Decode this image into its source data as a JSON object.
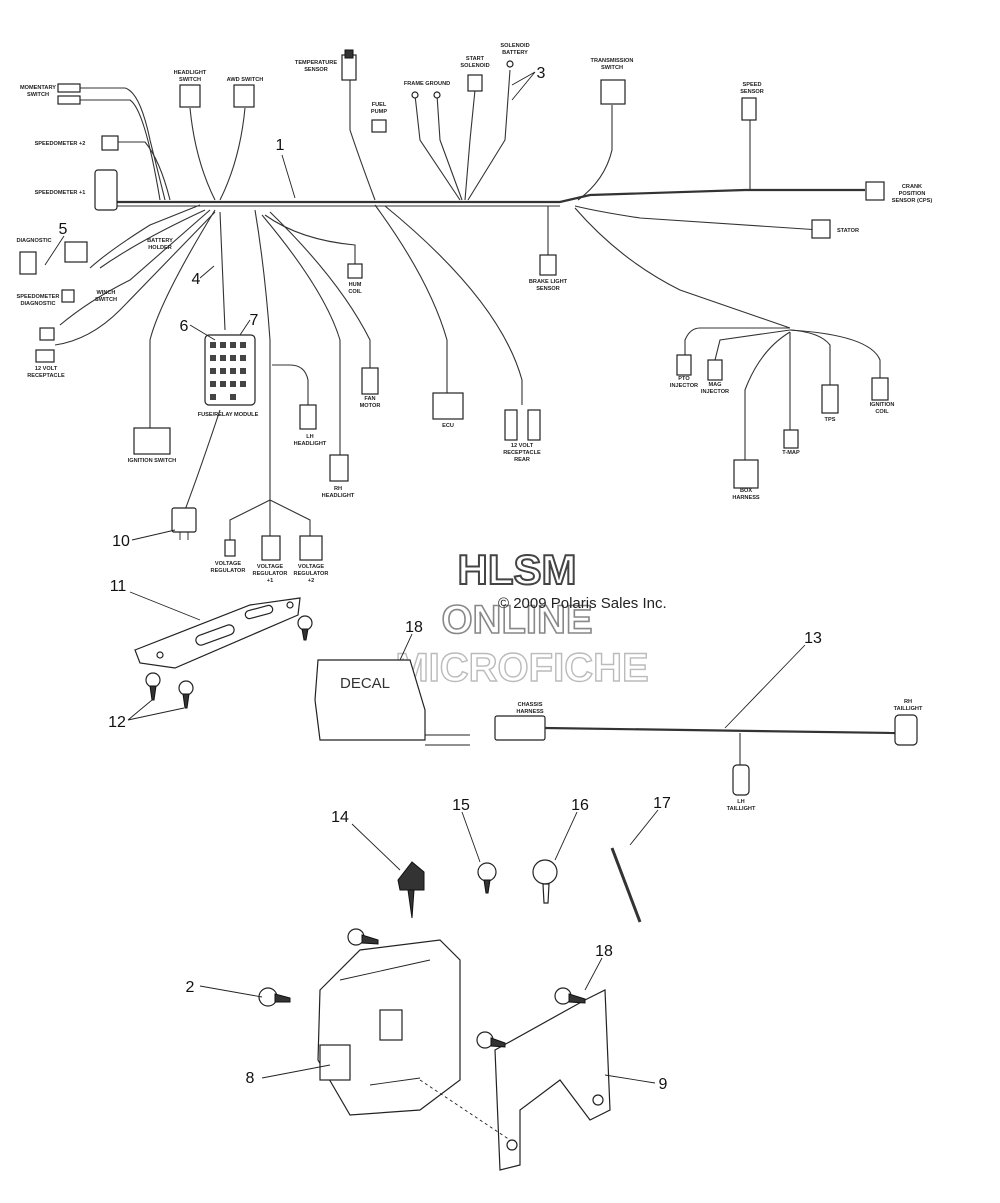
{
  "watermark": {
    "line1": "HLSM",
    "line2": "ONLINE",
    "line3": "MICROFICHE",
    "copyright": "© 2009 Polaris Sales Inc."
  },
  "decal_text": "DECAL",
  "labels": {
    "momentary_switch": [
      "MOMENTARY",
      "SWITCH"
    ],
    "headlight_switch": [
      "HEADLIGHT",
      "SWITCH"
    ],
    "awd_switch": [
      "AWD SWITCH"
    ],
    "temperature_sensor": [
      "TEMPERATURE",
      "SENSOR"
    ],
    "fuel_pump": [
      "FUEL",
      "PUMP"
    ],
    "frame_ground": [
      "FRAME GROUND"
    ],
    "start_solenoid": [
      "START",
      "SOLENOID"
    ],
    "solenoid_battery": [
      "SOLENOID",
      "BATTERY"
    ],
    "transmission_switch": [
      "TRANSMISSION",
      "SWITCH"
    ],
    "speed_sensor": [
      "SPEED",
      "SENSOR"
    ],
    "speedometer_2": [
      "SPEEDOMETER +2"
    ],
    "speedometer_1": [
      "SPEEDOMETER +1"
    ],
    "crank_position_sensor": [
      "CRANK",
      "POSITION",
      "SENSOR (CPS)"
    ],
    "stator": [
      "STATOR"
    ],
    "diagnostic": [
      "DIAGNOSTIC"
    ],
    "battery_holder": [
      "BATTERY",
      "HOLDER"
    ],
    "hum_coil": [
      "HUM",
      "COIL"
    ],
    "brake_light_sensor": [
      "BRAKE LIGHT",
      "SENSOR"
    ],
    "speedometer_diagnostic": [
      "SPEEDOMETER",
      "DIAGNOSTIC"
    ],
    "winch_switch": [
      "WINCH",
      "SWITCH"
    ],
    "receptacle_12v": [
      "12 VOLT",
      "RECEPTACLE"
    ],
    "fuse_relay_module": [
      "FUSE/RELAY MODULE"
    ],
    "fan_motor": [
      "FAN",
      "MOTOR"
    ],
    "ecu": [
      "ECU"
    ],
    "receptacle_rear": [
      "12 VOLT",
      "RECEPTACLE",
      "REAR"
    ],
    "pto_injector": [
      "PTO",
      "INJECTOR"
    ],
    "mag_injector": [
      "MAG",
      "INJECTOR"
    ],
    "tps": [
      "TPS"
    ],
    "ignition_coil": [
      "IGNITION",
      "COIL"
    ],
    "tmap": [
      "T-MAP"
    ],
    "box_harness": [
      "BOX",
      "HARNESS"
    ],
    "ignition_switch": [
      "IGNITION SWITCH"
    ],
    "lh_headlight": [
      "LH",
      "HEADLIGHT"
    ],
    "rh_headlight": [
      "RH",
      "HEADLIGHT"
    ],
    "voltage_regulator": [
      "VOLTAGE",
      "REGULATOR"
    ],
    "voltage_regulator_1": [
      "VOLTAGE",
      "REGULATOR",
      "+1"
    ],
    "voltage_regulator_2": [
      "VOLTAGE",
      "REGULATOR",
      "+2"
    ],
    "chassis_harness": [
      "CHASSIS",
      "HARNESS"
    ],
    "rh_taillight": [
      "RH",
      "TAILLIGHT"
    ],
    "lh_taillight": [
      "LH",
      "TAILLIGHT"
    ]
  },
  "callouts": {
    "n1": "1",
    "n2": "2",
    "n3": "3",
    "n4": "4",
    "n5": "5",
    "n6": "6",
    "n7": "7",
    "n8": "8",
    "n9": "9",
    "n10": "10",
    "n11": "11",
    "n12": "12",
    "n13": "13",
    "n14": "14",
    "n15": "15",
    "n16": "16",
    "n17": "17",
    "n18a": "18",
    "n18b": "18"
  }
}
